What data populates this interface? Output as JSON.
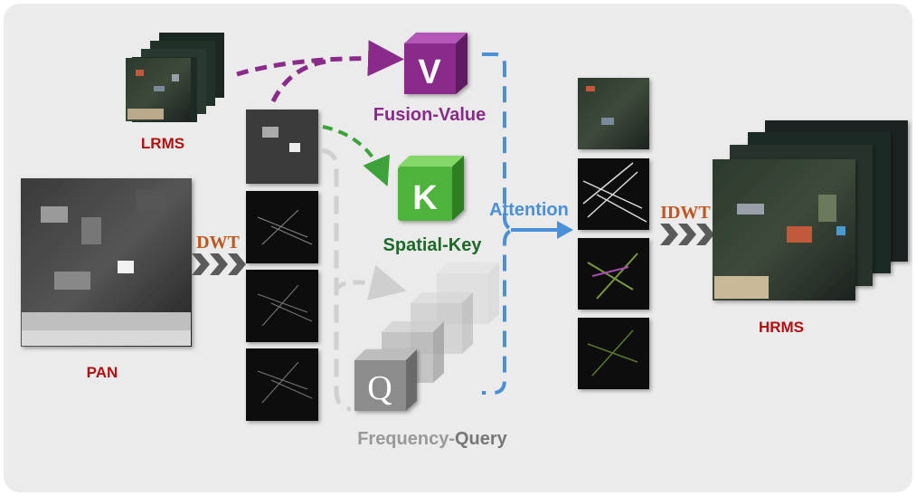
{
  "labels": {
    "lrms": "LRMS",
    "pan": "PAN",
    "dwt": "DWT",
    "idwt": "IDWT",
    "hrms": "HRMS",
    "attention": "Attention",
    "fusion_value": "Fusion-Value",
    "spatial_key": "Spatial-Key",
    "frequency_query_part1": "Frequency-",
    "frequency_query_part2": "Query",
    "v_letter": "V",
    "k_letter": "K",
    "q_letter": "Q"
  },
  "colors": {
    "panel_bg": "#ebebeb",
    "dark_red": "#b01010",
    "dwt_orange": "#c0561f",
    "purple": "#8a2a8a",
    "green_text": "#1e6a2a",
    "green_cube": "#4db33b",
    "blue": "#4a90d9",
    "gray_text": "#888888",
    "gray_cube": "#8c8c8c",
    "chevron": "#5a5a5a"
  }
}
